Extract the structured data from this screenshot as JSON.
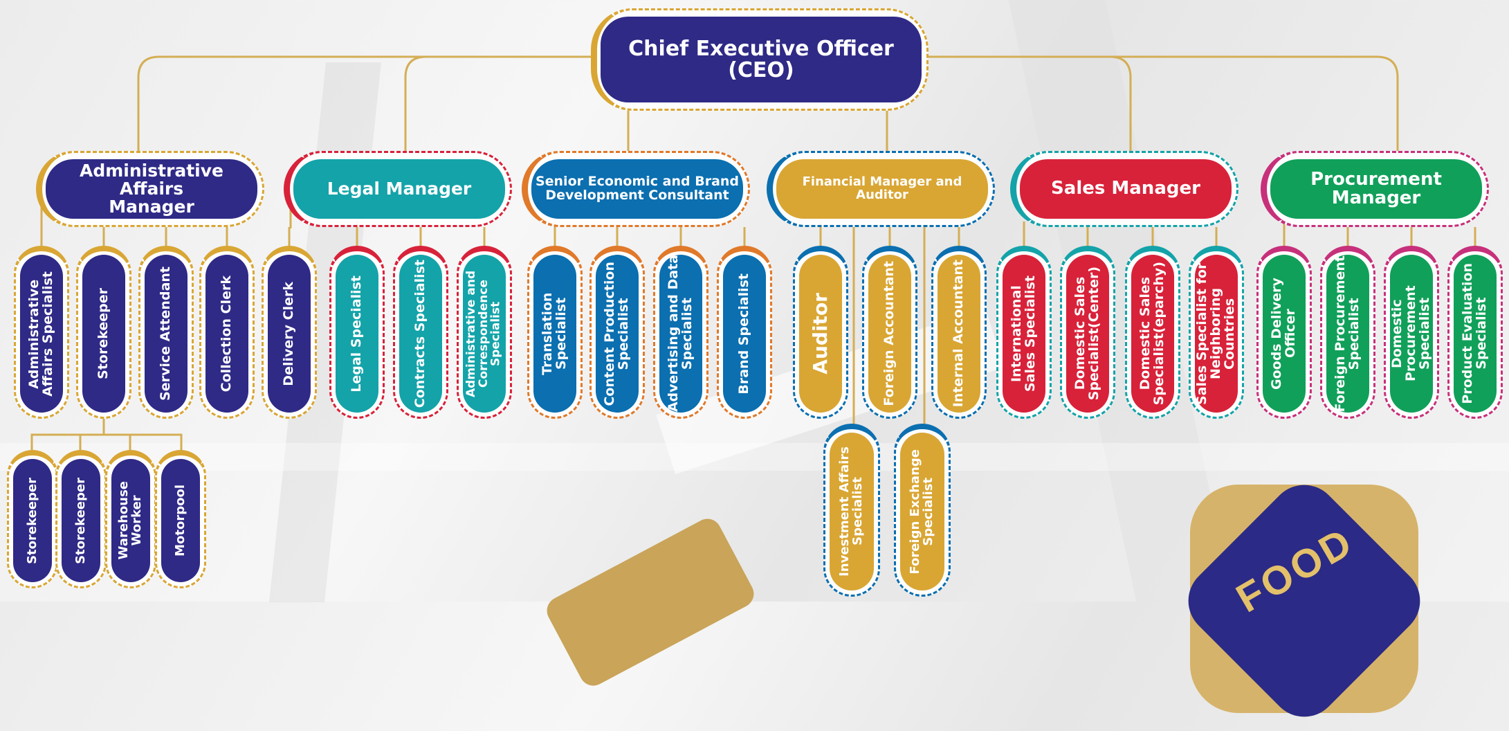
{
  "colors": {
    "navy": "#2f2a86",
    "gold": "#d9a634",
    "teal": "#14a3a9",
    "blue": "#0b6fb0",
    "orange": "#e0792a",
    "red": "#d8223a",
    "magenta": "#c7307b",
    "green": "#11a05a",
    "connector": "#d4ae55"
  },
  "ceo": {
    "label": "Chief Executive Officer (CEO)"
  },
  "managers": [
    {
      "label": "Administrative Affairs\nManager"
    },
    {
      "label": "Legal Manager"
    },
    {
      "label": "Senior Economic and Brand\nDevelopment Consultant"
    },
    {
      "label": "Financial Manager and Auditor"
    },
    {
      "label": "Sales Manager"
    },
    {
      "label": "Procurement Manager"
    }
  ],
  "admin_staff": [
    "Administrative\nAffairs Specialist",
    "Storekeeper",
    "Service Attendant",
    "Collection Clerk",
    "Delivery Clerk"
  ],
  "storekeeper_staff": [
    "Storekeeper",
    "Storekeeper",
    "Warehouse\nWorker",
    "Motorpool"
  ],
  "legal_staff": [
    "Legal Specialist",
    "Contracts Specialist",
    "Administrative and\nCorrespondence Specialist"
  ],
  "consultant_staff": [
    "Translation Specialist",
    "Content Production\nSpecialist",
    "Advertising and Data\nSpecialist",
    "Brand Specialist"
  ],
  "finance_staff": [
    "Auditor",
    "Foreign Accountant",
    "Internal Accountant"
  ],
  "finance_sub_staff": [
    "Investment Affairs\nSpecialist",
    "Foreign Exchange\nSpecialist"
  ],
  "sales_staff": [
    "International\nSales Specialist",
    "Domestic Sales\nSpecialist(Center)",
    "Domestic Sales\nSpecialist(eparchy)",
    "Sales Specialist for\nNeighboring Countries"
  ],
  "procurement_staff": [
    "Goods Delivery Officer",
    "Foreign Procurement\nSpecialist",
    "Domestic Procurement\nSpecialist",
    "Product Evaluation\nSpecialist"
  ],
  "logo": {
    "text": "FOOD"
  }
}
